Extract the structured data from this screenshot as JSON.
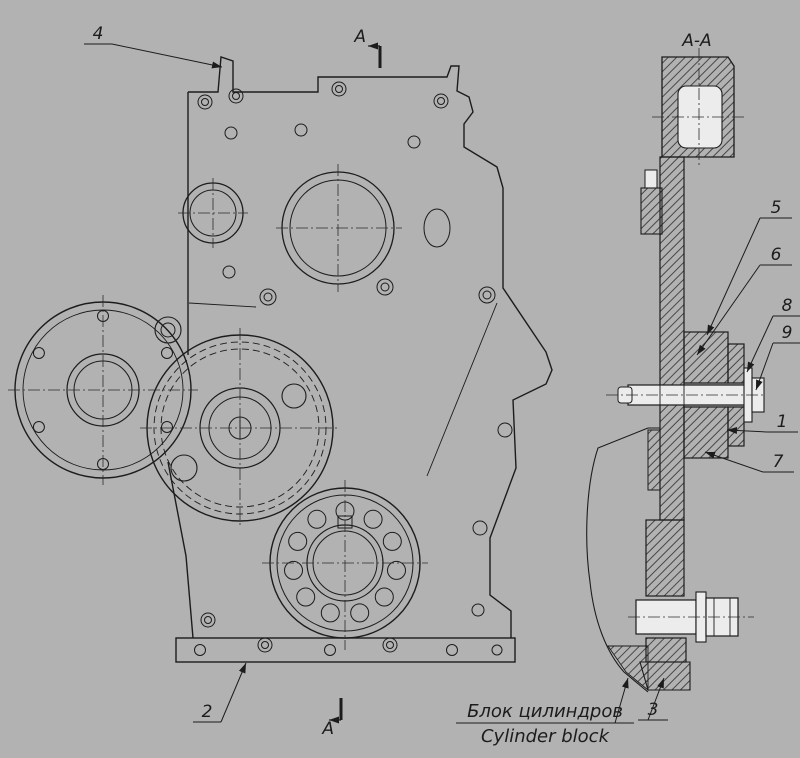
{
  "drawing": {
    "colors": {
      "background": "#b2b2b2",
      "line": "#1c1c1c"
    },
    "section_marks": {
      "top": "A",
      "bottom": "A"
    },
    "section_view_label": "A-A",
    "callouts": {
      "c1": "1",
      "c2": "2",
      "c3": "3",
      "c4": "4",
      "c5": "5",
      "c6": "6",
      "c7": "7",
      "c8": "8",
      "c9": "9"
    },
    "caption": {
      "ru": "Блок цилиндров",
      "en": "Cylinder block"
    }
  }
}
